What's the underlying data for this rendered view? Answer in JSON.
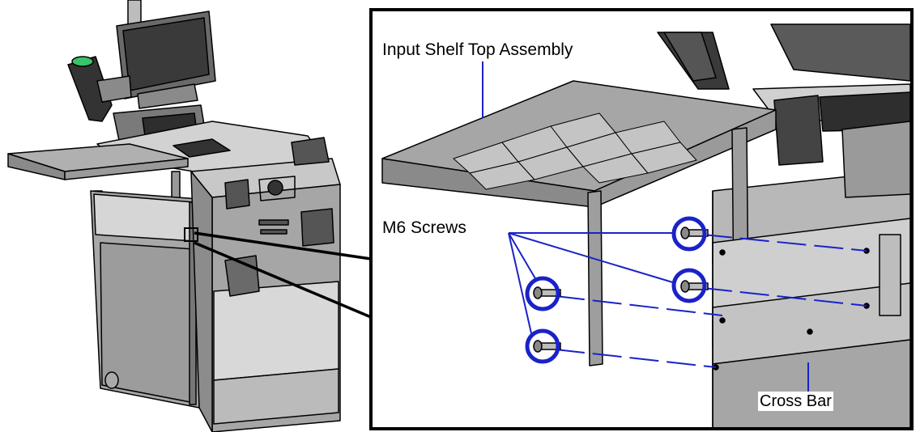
{
  "figure": {
    "labels": {
      "input_shelf": "Input Shelf Top Assembly",
      "m6_screws": "M6 Screws",
      "cross_bar": "Cross Bar"
    },
    "callout_color": "#1a22c8",
    "part_fill": "#9a9a9a",
    "part_light": "#c8c8c8",
    "part_dark": "#5a5a5a",
    "outline_color": "#000000"
  }
}
